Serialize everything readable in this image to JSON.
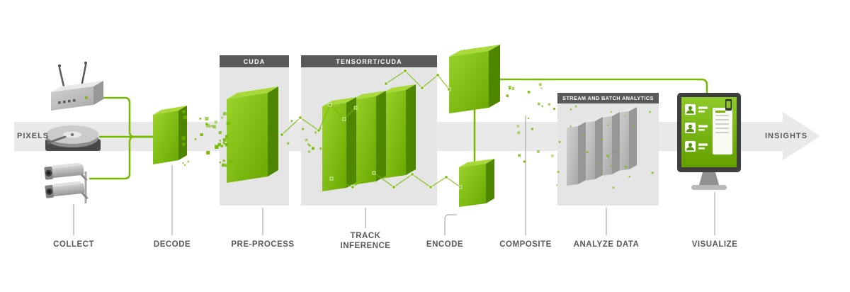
{
  "flow": {
    "start": "PIXELS",
    "end": "INSIGHTS"
  },
  "panels": {
    "cuda": "CUDA",
    "tensorrt": "TENSORRT/CUDA",
    "analytics": "STREAM AND BATCH ANALYTICS"
  },
  "stages": [
    {
      "label": "COLLECT"
    },
    {
      "label": "DECODE"
    },
    {
      "label": "PRE-PROCESS"
    },
    {
      "label": "TRACK INFERENCE"
    },
    {
      "label": "ENCODE"
    },
    {
      "label": "COMPOSITE"
    },
    {
      "label": "ANALYZE DATA"
    },
    {
      "label": "VISUALIZE"
    }
  ],
  "colors": {
    "accent_green": "#76b900",
    "header_gray": "#58595b",
    "panel_gray": "#e5e5e5",
    "arrow_gray": "#e9e9e9",
    "text_gray": "#58595b"
  }
}
